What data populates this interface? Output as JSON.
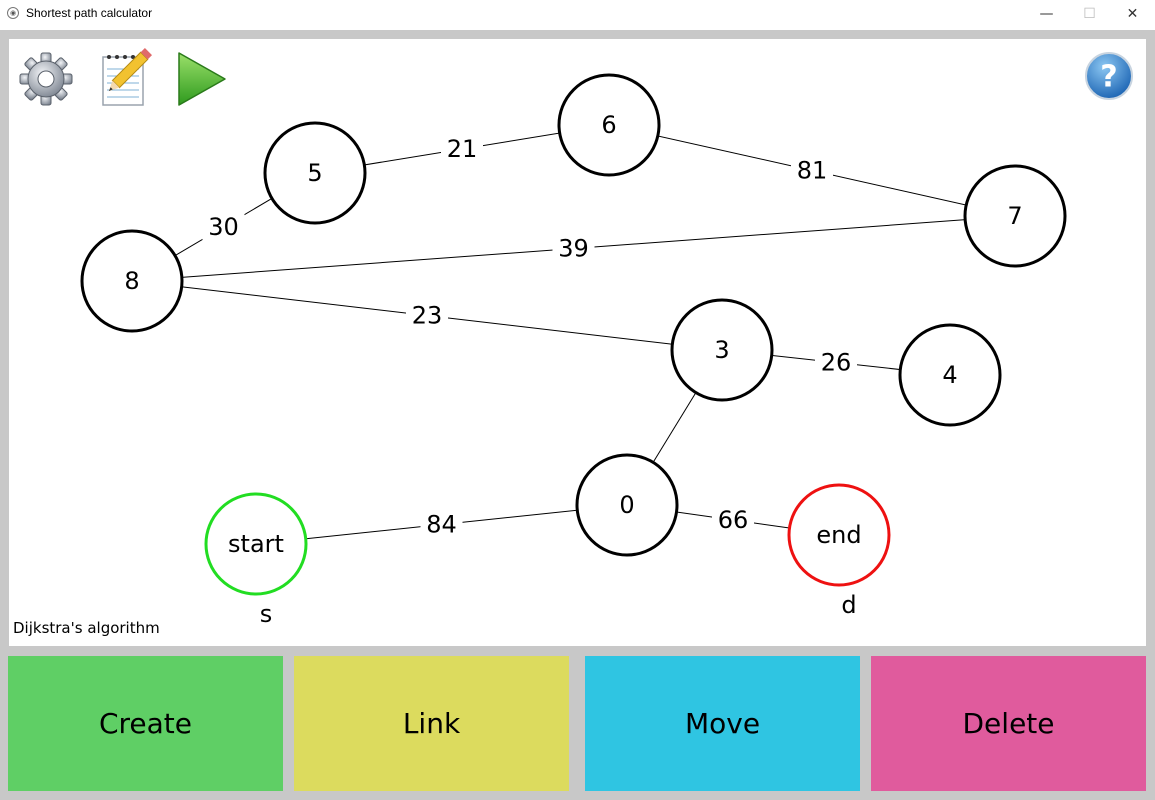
{
  "window": {
    "title": "Shortest path calculator",
    "min_glyph": "—",
    "max_glyph": "☐",
    "close_glyph": "✕"
  },
  "toolbar": {
    "settings_icon": "gear-icon",
    "notes_icon": "notepad-icon",
    "run_icon": "play-icon",
    "help_icon": "help-icon"
  },
  "graph": {
    "algorithm_label": "Dijkstra's algorithm",
    "nodes": [
      {
        "id": "5",
        "label": "5"
      },
      {
        "id": "6",
        "label": "6"
      },
      {
        "id": "7",
        "label": "7"
      },
      {
        "id": "8",
        "label": "8"
      },
      {
        "id": "3",
        "label": "3"
      },
      {
        "id": "4",
        "label": "4"
      },
      {
        "id": "0",
        "label": "0"
      },
      {
        "id": "start",
        "label": "start",
        "sub": "s",
        "role": "start"
      },
      {
        "id": "end",
        "label": "end",
        "sub": "d",
        "role": "end"
      }
    ],
    "edges": [
      {
        "from": "5",
        "to": "6",
        "weight": "21"
      },
      {
        "from": "6",
        "to": "7",
        "weight": "81"
      },
      {
        "from": "8",
        "to": "5",
        "weight": "30"
      },
      {
        "from": "8",
        "to": "7",
        "weight": "39"
      },
      {
        "from": "8",
        "to": "3",
        "weight": "23"
      },
      {
        "from": "3",
        "to": "4",
        "weight": "26"
      },
      {
        "from": "0",
        "to": "3",
        "weight": ""
      },
      {
        "from": "start",
        "to": "0",
        "weight": "84"
      },
      {
        "from": "0",
        "to": "end",
        "weight": "66"
      }
    ]
  },
  "actions": {
    "create": {
      "label": "Create",
      "color": "#5fcf65"
    },
    "link": {
      "label": "Link",
      "color": "#dcdb5e"
    },
    "move": {
      "label": "Move",
      "color": "#2fc5e2"
    },
    "delete": {
      "label": "Delete",
      "color": "#e05b9d"
    }
  },
  "colors": {
    "start_node": "#22dd22",
    "end_node": "#ee1111",
    "background": "#c8c8c8"
  }
}
